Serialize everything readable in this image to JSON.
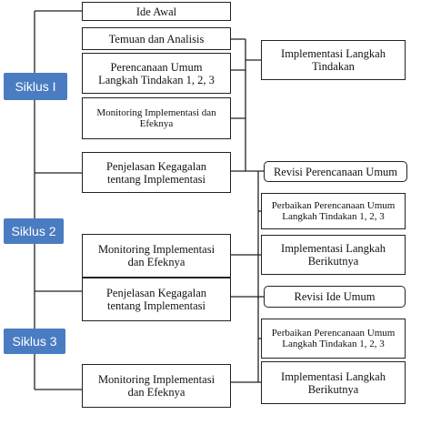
{
  "cycles": [
    {
      "label": "Siklus I"
    },
    {
      "label": "Siklus 2"
    },
    {
      "label": "Siklus 3"
    }
  ],
  "nodes": {
    "ide_awal": "Ide Awal",
    "temuan": "Temuan dan Analisis",
    "perencanaan": "Perencanaan Umum\nLangkah Tindakan 1, 2, 3",
    "implementasi_langkah": "Implementasi Langkah\nTindakan",
    "monitoring_1": "Monitoring Implementasi dan\nEfeknya",
    "penjelasan_1": "Penjelasan Kegagalan\ntentang Implementasi",
    "revisi_perencanaan": "Revisi Perencanaan Umum",
    "perbaikan_1": "Perbaikan Perencanaan Umum\nLangkah Tindakan 1, 2, 3",
    "monitoring_2": "Monitoring Implementasi\ndan Efeknya",
    "implementasi_berikut_1": "Implementasi Langkah\nBerikutnya",
    "penjelasan_2": "Penjelasan Kegagalan\ntentang Implementasi",
    "revisi_ide": "Revisi Ide Umum",
    "perbaikan_2": "Perbaikan Perencanaan Umum\nLangkah Tindakan 1, 2, 3",
    "monitoring_3": "Monitoring Implementasi\ndan Efeknya",
    "implementasi_berikut_2": "Implementasi Langkah\nBerikutnya"
  }
}
